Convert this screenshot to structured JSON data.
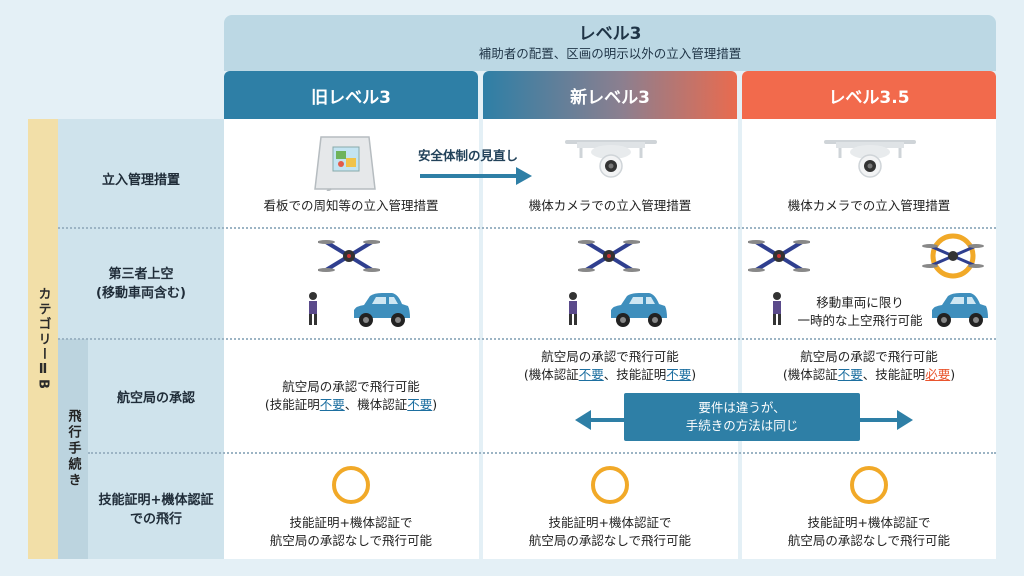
{
  "header": {
    "title": "レベル3",
    "subtitle": "補助者の配置、区画の明示以外の立入管理措置"
  },
  "columns": {
    "old": "旧レベル3",
    "new": "新レベル3",
    "level35": "レベル3.5"
  },
  "left": {
    "category": "カテゴリーⅡB",
    "procedure": "飛行手続き"
  },
  "rows": {
    "r1": "立入管理措置",
    "r2_l1": "第三者上空",
    "r2_l2": "(移動車両含む)",
    "r3": "航空局の承認",
    "r4_l1": "技能証明+機体認証",
    "r4_l2": "での飛行"
  },
  "cells": {
    "r1_old": "看板での周知等の立入管理措置",
    "r1_arrow": "安全体制の見直し",
    "r1_new": "機体カメラでの立入管理措置",
    "r1_35": "機体カメラでの立入管理措置",
    "r2_35_l1": "移動車両に限り",
    "r2_35_l2": "一時的な上空飛行可能",
    "r3_old_l1": "航空局の承認で飛行可能",
    "r3_old_p1": "(技能証明",
    "r3_old_u1": "不要",
    "r3_old_p2": "、機体認証",
    "r3_old_u2": "不要",
    "r3_old_p3": ")",
    "r3_new_l1": "航空局の承認で飛行可能",
    "r3_new_p1": "(機体認証",
    "r3_new_u1": "不要",
    "r3_new_p2": "、技能証明",
    "r3_new_u2": "不要",
    "r3_new_p3": ")",
    "r3_35_l1": "航空局の承認で飛行可能",
    "r3_35_p1": "(機体認証",
    "r3_35_u1": "不要",
    "r3_35_p2": "、技能証明",
    "r3_35_u2": "必要",
    "r3_35_p3": ")",
    "note_l1": "要件は違うが、",
    "note_l2": "手続きの方法は同じ",
    "r4_l1": "技能証明+機体認証で",
    "r4_l2": "航空局の承認なしで飛行可能"
  },
  "colors": {
    "old": "#2e7fa6",
    "level35": "#f26a4c",
    "ring": "#f1a928",
    "category_band": "#f2dfa8"
  }
}
